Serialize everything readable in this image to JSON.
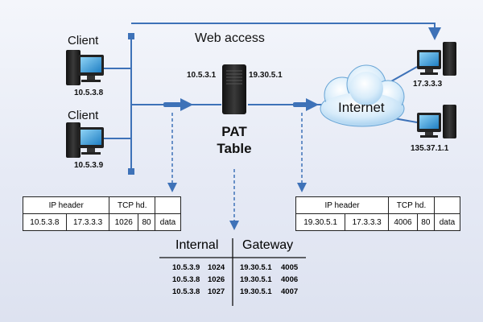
{
  "clients": [
    {
      "label": "Client",
      "ip": "10.5.3.8"
    },
    {
      "label": "Client",
      "ip": "10.5.3.9"
    }
  ],
  "router": {
    "inner_ip": "10.5.3.1",
    "outer_ip": "19.30.5.1"
  },
  "pat_label": [
    "PAT",
    "Table"
  ],
  "internet_label": "Internet",
  "web_access_label": "Web access",
  "servers": [
    {
      "ip": "17.3.3.3"
    },
    {
      "ip": "135.37.1.1"
    }
  ],
  "packet_left": {
    "headers": [
      "IP header",
      "TCP hd."
    ],
    "cells": [
      "10.5.3.8",
      "17.3.3.3",
      "1026",
      "80",
      "data"
    ]
  },
  "packet_right": {
    "headers": [
      "IP header",
      "TCP hd."
    ],
    "cells": [
      "19.30.5.1",
      "17.3.3.3",
      "4006",
      "80",
      "data"
    ]
  },
  "pat_table": {
    "headers": [
      "Internal",
      "Gateway"
    ],
    "rows": [
      [
        "10.5.3.9",
        "1024",
        "19.30.5.1",
        "4005"
      ],
      [
        "10.5.3.8",
        "1026",
        "19.30.5.1",
        "4006"
      ],
      [
        "10.5.3.8",
        "1027",
        "19.30.5.1",
        "4007"
      ]
    ]
  },
  "colors": {
    "line": "#3e72b8",
    "monitor_frame": "#222222",
    "screen": "#3aa0d8"
  }
}
